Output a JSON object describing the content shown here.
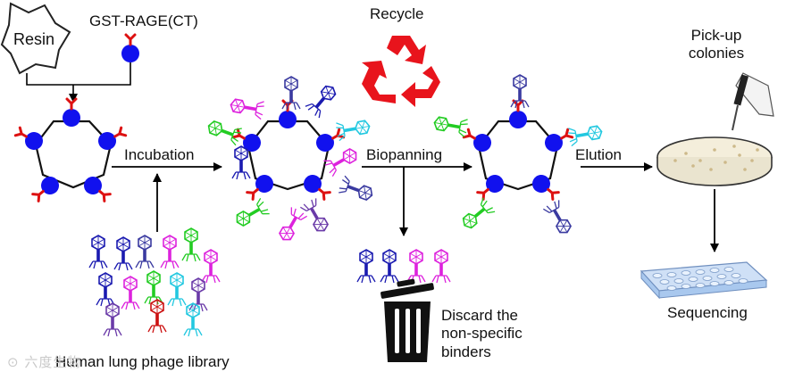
{
  "labels": {
    "resin": "Resin",
    "gst_rage": "GST-RAGE(CT)",
    "recycle": "Recycle",
    "incubation": "Incubation",
    "biopanning": "Biopanning",
    "elution": "Elution",
    "pickup_line1": "Pick-up",
    "pickup_line2": "colonies",
    "sequencing": "Sequencing",
    "discard_line1": "Discard the",
    "discard_line2": "non-specific",
    "discard_line3": "binders",
    "library": "Human lung phage library",
    "watermark": "⊙ 六度生物"
  },
  "colors": {
    "resin_bead": "#1111ee",
    "rage_tail": "#dd1111",
    "recycle": "#e8141c",
    "phage_blue": "#1a1ab0",
    "phage_navy": "#3a3aa0",
    "phage_magenta": "#dd22dd",
    "phage_green": "#22cc22",
    "phage_cyan": "#22c8e0",
    "phage_purple": "#6a3aa8",
    "phage_red": "#cc1111",
    "plate_blue": "#a9c8ee"
  },
  "icons": [
    "resin-icon",
    "recycle-icon",
    "trash-icon",
    "petri-dish-icon",
    "pipette-icon",
    "plate-icon",
    "phage-icon"
  ]
}
